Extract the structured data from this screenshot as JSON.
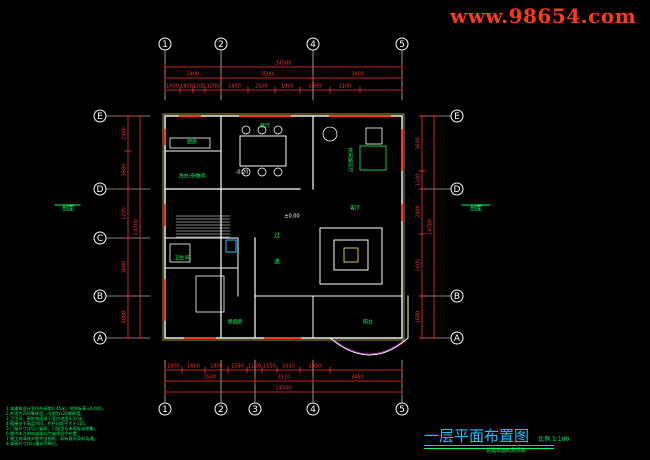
{
  "watermark": "www.98654.com",
  "axes": {
    "col_numbers": [
      "1",
      "2",
      "4",
      "5"
    ],
    "bottom_numbers": [
      "1",
      "2",
      "3",
      "4",
      "5"
    ],
    "row_letters": [
      "E",
      "D",
      "C",
      "B",
      "A"
    ]
  },
  "dimensions": {
    "top_total": "14500",
    "top_mid": [
      "2400",
      "3500",
      "3400"
    ],
    "top_inner": [
      "1600",
      "1800",
      "1100",
      "1200",
      "1600",
      "2500",
      "1900",
      "1800",
      "1100"
    ],
    "bottom_inner": [
      "1805",
      "1600",
      "1805",
      "1590",
      "1150",
      "1150",
      "1650",
      "1850"
    ],
    "bottom_mid": [
      "3500",
      "3510",
      "3450"
    ],
    "bottom_total": "14500",
    "left_inner": [
      "2400",
      "3600",
      "1200",
      "3600",
      "4800"
    ],
    "right_inner": [
      "3600",
      "1200",
      "2400",
      "2605",
      "1600"
    ],
    "right_total": "14700"
  },
  "rooms": {
    "kitchen": "厨房",
    "dining": "餐厅",
    "entertainment": "休闲娱乐厅",
    "laundry": "洗衣/杂物间",
    "living": "客厅",
    "hall_left": "过",
    "hall_right": "道",
    "bathroom": "卫生间",
    "nanny": "保姆房",
    "sunroom": "阳台"
  },
  "marks": {
    "side_left": "剖面",
    "side_right": "剖面",
    "level_a": "±0.00",
    "level_b": "-0.20"
  },
  "title": {
    "main": "一层平面布置图",
    "scale": "比例 1:100",
    "sub": "总建筑面积及层数"
  },
  "notes": [
    "1.本建筑设计室内外高差0.45米，地坪标高±0.000。",
    "2.外墙为240厚砖墙，内墙为120厚砖墙。",
    "3.卫生间、厨房地面低于室内地面0.02米。",
    "4.楼梯扶手高度900，栏杆间距不大于110。",
    "5.门窗尺寸详见门窗表，门窗型号参照标准图集。",
    "6.图中未注明的墙体均为轴线居中布置。",
    "7.施工前请核对各专业图纸，如有疑问及时沟通。",
    "8.本图尺寸均以毫米为单位。"
  ]
}
